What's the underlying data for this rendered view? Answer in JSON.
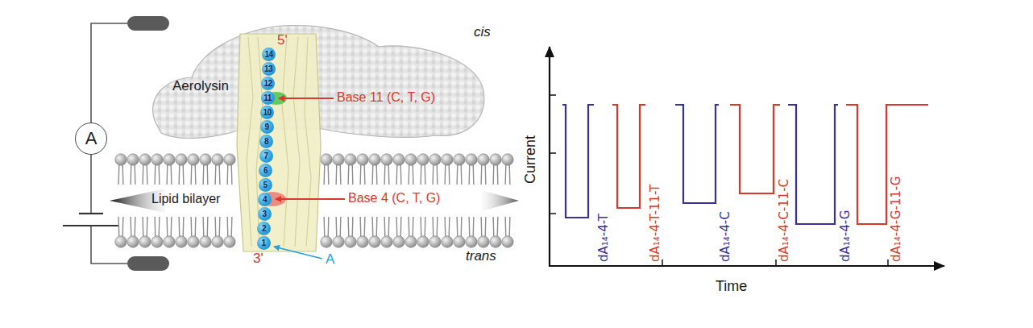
{
  "diagram": {
    "nodes": [
      {
        "text": [
          "A"
        ]
      },
      {
        "text": [
          "1"
        ]
      },
      {
        "text": [
          "2"
        ]
      },
      {
        "text": [
          "3"
        ]
      },
      {
        "text": [
          "4"
        ]
      },
      {
        "text": [
          "5"
        ]
      },
      {
        "text": [
          "6"
        ]
      },
      {
        "text": [
          "7"
        ]
      },
      {
        "text": [
          "8"
        ]
      },
      {
        "text": [
          "9"
        ]
      },
      {
        "text": [
          "10"
        ]
      },
      {
        "text": [
          "11"
        ]
      },
      {
        "text": [
          "12"
        ]
      },
      {
        "text": [
          "13"
        ]
      },
      {
        "text": [
          "14"
        ]
      }
    ],
    "labels": [
      "Aerolysin",
      "cis",
      "trans",
      "Lipid bilayer",
      "5'",
      "3'",
      "Base 11 (C, T, G)",
      "Base 4 (C, T, G)",
      "A",
      "Current",
      "Time",
      "dA₁₄-4-T",
      "dA₁₄-4-T-11-T",
      "dA₁₄-4-C",
      "dA₁₄-4-C-11-C",
      "dA₁₄-4-G",
      "dA₁₄-4-G-11-G"
    ]
  }
}
